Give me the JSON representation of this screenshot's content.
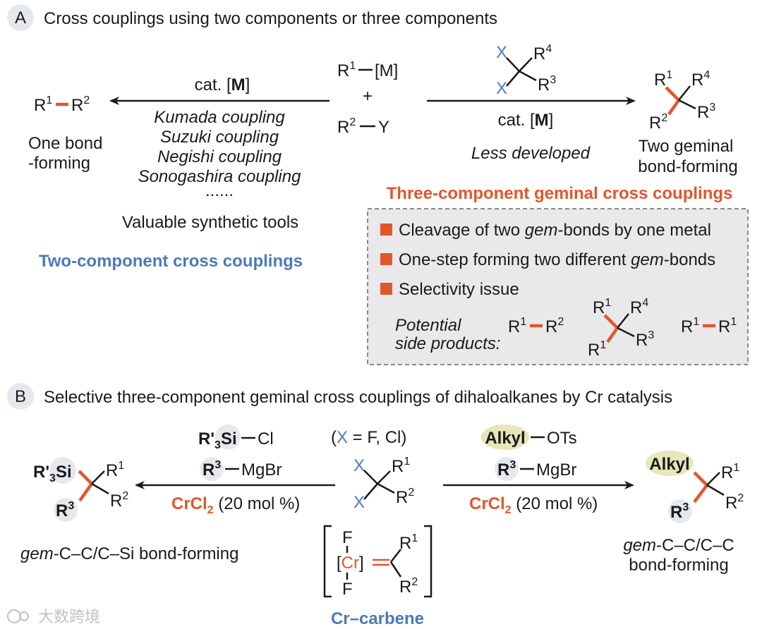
{
  "panelA": {
    "letter": "A",
    "title": "Cross couplings using two components or three components",
    "center": {
      "top_r": "R",
      "top_sup": "1",
      "top_m": "[M]",
      "plus": "+",
      "bottom_r": "R",
      "bottom_sup": "2",
      "bottom_y": "Y"
    },
    "left": {
      "catalyst_prefix": "cat. [",
      "catalyst_metal": "M",
      "catalyst_suffix": "]",
      "couplings": [
        "Kumada coupling",
        "Suzuki coupling",
        "Negishi coupling",
        "Sonogashira coupling"
      ],
      "ellipsis": "......",
      "tools": "Valuable synthetic tools",
      "heading": "Two-component cross couplings",
      "product_r1": "R",
      "product_r1_sup": "1",
      "product_r2": "R",
      "product_r2_sup": "2",
      "product_desc_line1": "One bond",
      "product_desc_line2": "-forming"
    },
    "right": {
      "reagent_x": "X",
      "reagent_r4": "R",
      "reagent_r4_sup": "4",
      "reagent_r3": "R",
      "reagent_r3_sup": "3",
      "catalyst_prefix": "cat. [",
      "catalyst_metal": "M",
      "catalyst_suffix": "]",
      "note": "Less developed",
      "product_r1": "R",
      "product_sup1": "1",
      "product_r4": "R",
      "product_sup4": "4",
      "product_r2": "R",
      "product_sup2": "2",
      "product_r3": "R",
      "product_sup3": "3",
      "product_desc_line1": "Two geminal",
      "product_desc_line2": "bond-forming",
      "heading": "Three-component geminal cross couplings"
    },
    "box": {
      "item1_prefix": "Cleavage of two ",
      "item1_em": "gem",
      "item1_suffix": "-bonds by one metal",
      "item2_prefix": "One-step forming two different ",
      "item2_em": "gem",
      "item2_suffix": "-bonds",
      "item3": "Selectivity issue",
      "side_label_line1": "Potential",
      "side_label_line2": "side products:",
      "side1_a": "R",
      "side1_a_sup": "1",
      "side1_b": "R",
      "side1_b_sup": "2",
      "side2_r1_top": "R",
      "side2_sup1_top": "1",
      "side2_r4": "R",
      "side2_sup4": "4",
      "side2_r1_bottom": "R",
      "side2_sup1_bottom": "1",
      "side2_r3": "R",
      "side2_sup3": "3",
      "side3_a": "R",
      "side3_a_sup": "1",
      "side3_b": "R",
      "side3_b_sup": "1"
    }
  },
  "panelB": {
    "letter": "B",
    "title": "Selective three-component geminal cross couplings of dihaloalkanes by Cr catalysis",
    "center": {
      "x_def_open": "(",
      "x_def_x": "X",
      "x_def_rest": " = F, Cl)",
      "x": "X",
      "r1": "R",
      "sup1": "1",
      "r2": "R",
      "sup2": "2"
    },
    "left": {
      "silane_r": "R'",
      "silane_sub": "3",
      "silane_si": "Si",
      "silane_cl": "Cl",
      "grignard_r": "R",
      "grignard_sup": "3",
      "grignard_mg": "MgBr",
      "catalyst": "CrCl",
      "catalyst_sub": "2",
      "catalyst_load": "(20 mol %)",
      "product_r": "R'",
      "product_sub": "3",
      "product_si": "Si",
      "product_r1": "R",
      "product_sup1": "1",
      "product_r3": "R",
      "product_sup3": "3",
      "product_r2": "R",
      "product_sup2": "2",
      "desc_em": "gem",
      "desc_rest": "-C–C/C–Si bond-forming"
    },
    "right": {
      "alkyl": "Alkyl",
      "ots": "OTs",
      "grignard_r": "R",
      "grignard_sup": "3",
      "grignard_mg": "MgBr",
      "catalyst": "CrCl",
      "catalyst_sub": "2",
      "catalyst_load": "(20 mol %)",
      "product_alkyl": "Alkyl",
      "product_r1": "R",
      "product_sup1": "1",
      "product_r3": "R",
      "product_sup3": "3",
      "product_r2": "R",
      "product_sup2": "2",
      "desc_line1_em": "gem",
      "desc_line1_rest": "-C–C/C–C",
      "desc_line2": "bond-forming"
    },
    "carbene": {
      "f_top": "F",
      "f_bottom": "F",
      "cr_open": "[",
      "cr": "Cr",
      "cr_close": "]",
      "r1": "R",
      "sup1": "1",
      "r2": "R",
      "sup2": "2",
      "label": "Cr–carbene"
    }
  },
  "watermark": "大数跨境",
  "colors": {
    "accent_orange": "#e2562c",
    "accent_blue": "#4a7bb7",
    "highlight_olive": "#e6e6b8",
    "bubble_gray": "#e5e9ee",
    "box_gray": "#e9e9eb"
  }
}
